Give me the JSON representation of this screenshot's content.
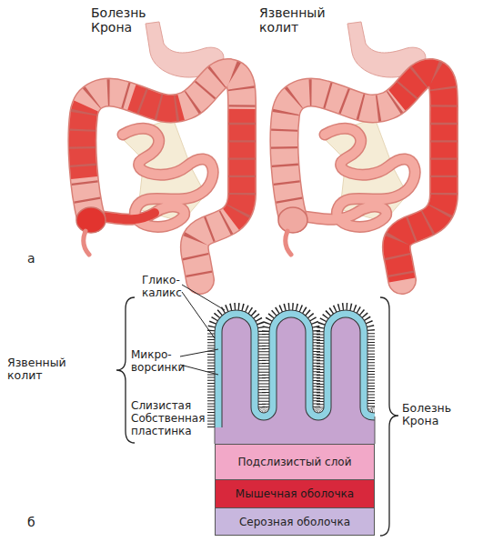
{
  "diagram": {
    "nodes": [
      {
        "text": [
          "Подслизистый слой"
        ]
      },
      {
        "text": [
          "Мышечная оболочка"
        ]
      },
      {
        "text": [
          "Серозная оболочка"
        ]
      }
    ],
    "labels": [
      "Болезнь Крона",
      "Язвенный колит",
      "а",
      "Глико- каликс",
      "Язвенный колит",
      "Микро- ворсинки",
      "Слизистая Собственная пластинка",
      "Болезнь Крона",
      "б"
    ]
  }
}
